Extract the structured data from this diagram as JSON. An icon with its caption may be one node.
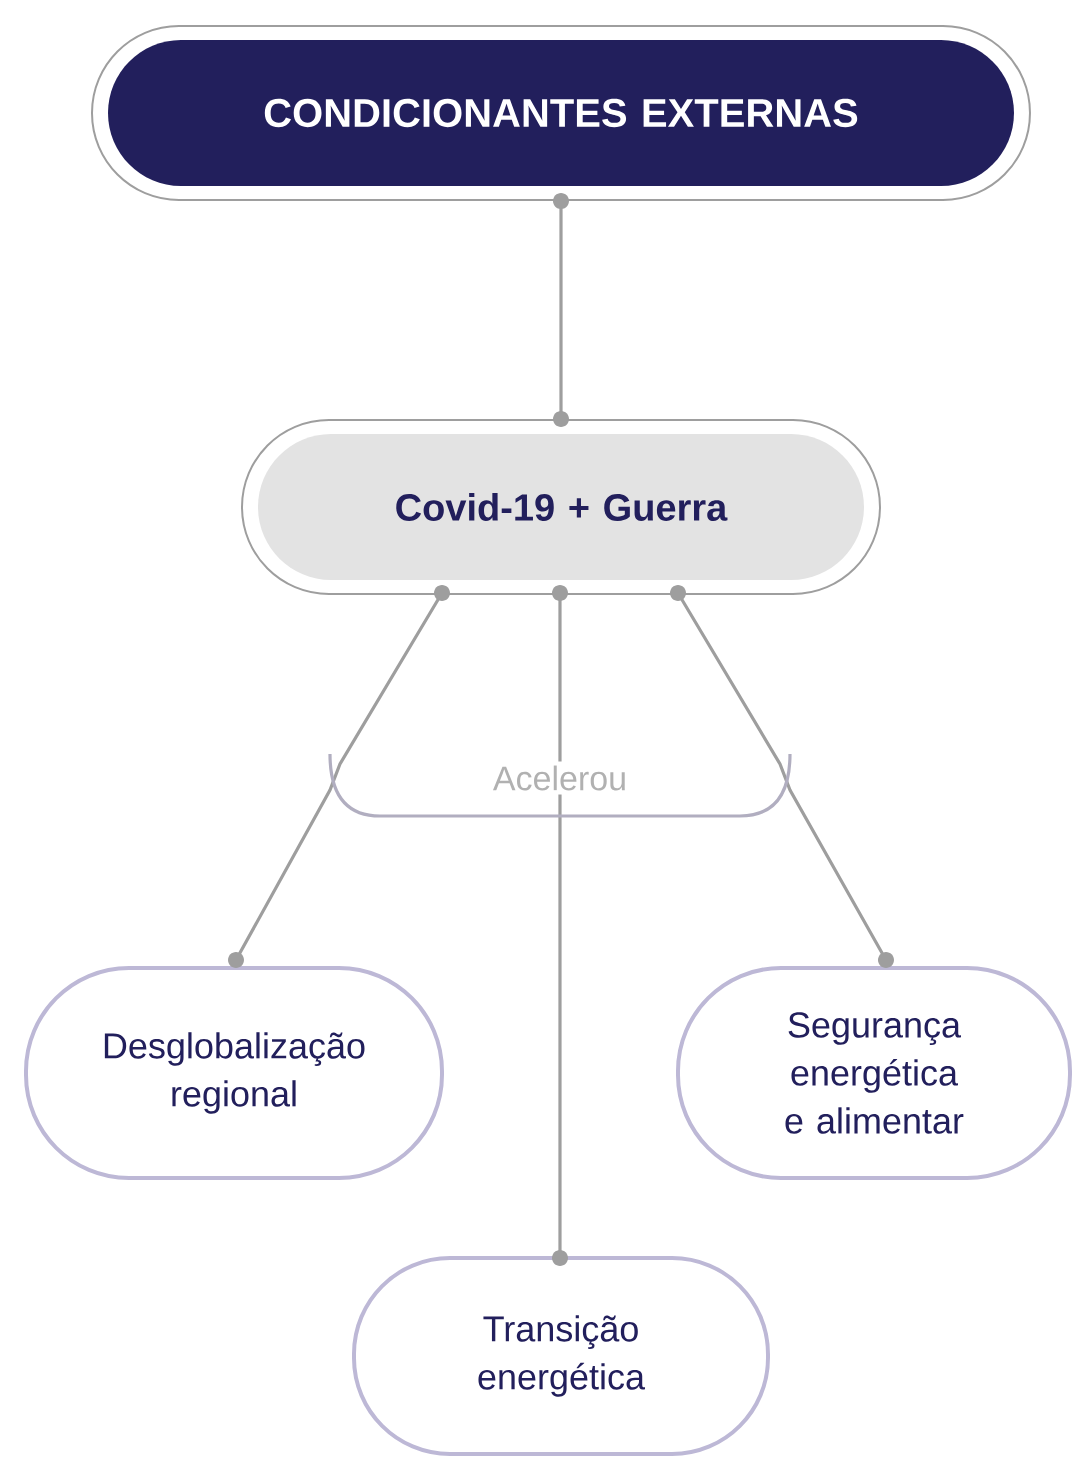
{
  "diagram": {
    "nodes": [
      {
        "text": [
          "CONDICIONANTES EXTERNAS"
        ]
      },
      {
        "text": [
          "Covid-19 + Guerra"
        ]
      },
      {
        "text": [
          "Desglobalização regional"
        ]
      },
      {
        "text": [
          "Segurança energética e alimentar"
        ]
      },
      {
        "text": [
          "Transição energética"
        ]
      }
    ],
    "edges": [
      {
        "from": 0,
        "to": 1,
        "arrow": "other"
      },
      {
        "from": 1,
        "to": 2,
        "arrow": "other"
      },
      {
        "from": 1,
        "to": 4,
        "arrow": "other"
      },
      {
        "from": 1,
        "to": 3,
        "arrow": "other"
      }
    ],
    "labels": [
      "Acelerou"
    ]
  }
}
